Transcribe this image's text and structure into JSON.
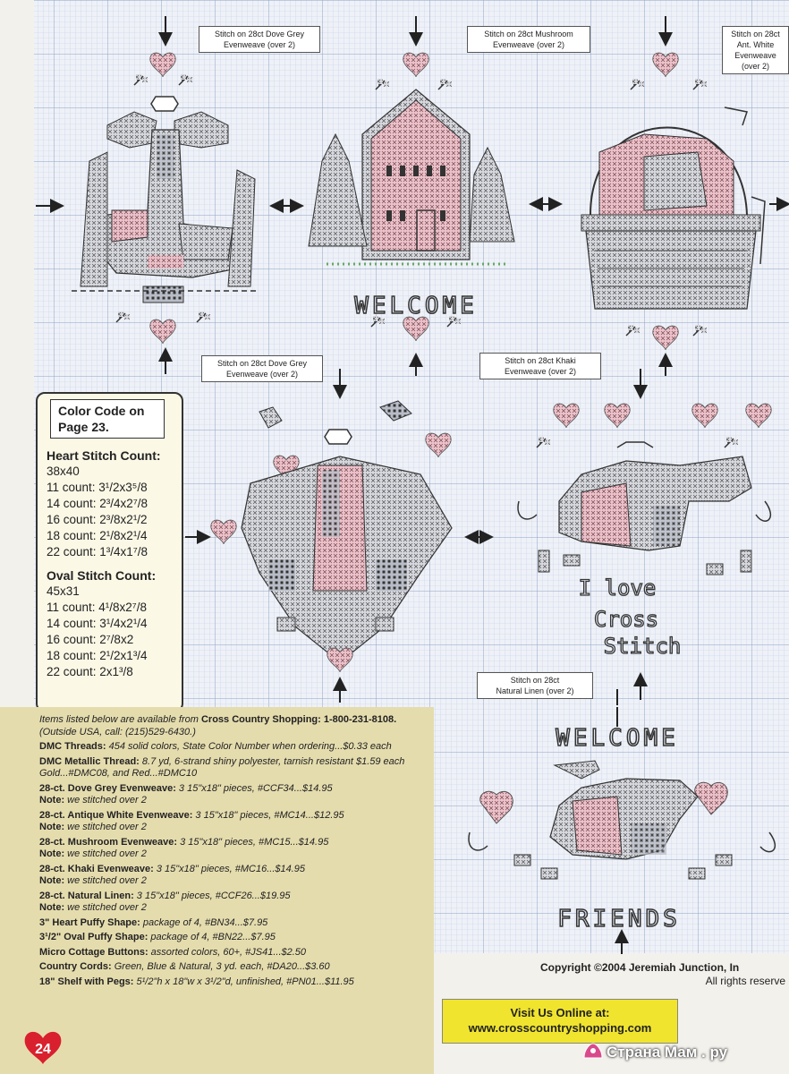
{
  "labels": {
    "goose": "Stitch on 28ct Dove Grey\nEvenweave (over 2)",
    "house": "Stitch on 28ct Mushroom\nEvenweave (over 2)",
    "basket": "Stitch on 28ct\nAnt. White\nEvenweave\n(over 2)",
    "heart": "Stitch on 28ct Dove Grey\nEvenweave (over 2)",
    "oval_khaki": "Stitch on 28ct Khaki\nEvenweave (over 2)",
    "oval_linen": "Stitch on 28ct\nNatural Linen (over 2)"
  },
  "chart_words": {
    "welcome_top": "WELCOME",
    "i_love": "I love",
    "cross": "Cross",
    "stitch": "Stitch",
    "welcome_bottom": "WELCOME",
    "friends": "FRIENDS"
  },
  "color_code": {
    "title": "Color Code on Page 23.",
    "heart_heading": "Heart Stitch Count:",
    "heart_size": "38x40",
    "heart_counts": [
      "11 count: 3¹/2x3⁵/8",
      "14 count: 2³/4x2⁷/8",
      "16 count: 2³/8x2¹/2",
      "18 count: 2¹/8x2¹/4",
      "22 count: 1³/4x1⁷/8"
    ],
    "oval_heading": "Oval Stitch Count:",
    "oval_size": "45x31",
    "oval_counts": [
      "11 count: 4¹/8x2⁷/8",
      "14 count: 3¹/4x2¹/4",
      "16 count: 2⁷/8x2",
      "18 count: 2¹/2x1³/4",
      "22 count: 2x1³/8"
    ]
  },
  "shopping": {
    "intro_italic": "Items listed below are available from ",
    "intro_bold": "Cross Country Shopping: 1-800-231-8108.",
    "intro_tail": " (Outside USA, call: (215)529-6430.)",
    "items": [
      {
        "name": "DMC Threads:",
        "desc": " 454 solid colors, State Color Number when ordering...$0.33 each",
        "note": ""
      },
      {
        "name": "DMC Metallic Thread:",
        "desc": " 8.7 yd, 6-strand shiny polyester, tarnish resistant  $1.59 each  Gold...#DMC08, and Red...#DMC10",
        "note": ""
      },
      {
        "name": "28-ct. Dove Grey Evenweave:",
        "desc": " 3 15\"x18\" pieces, #CCF34...$14.95",
        "note": "we stitched over 2"
      },
      {
        "name": "28-ct. Antique White Evenweave:",
        "desc": " 3 15\"x18\" pieces, #MC14...$12.95",
        "note": "we stitched over 2"
      },
      {
        "name": "28-ct. Mushroom Evenweave:",
        "desc": " 3 15\"x18\" pieces, #MC15...$14.95",
        "note": "we stitched over 2"
      },
      {
        "name": "28-ct. Khaki Evenweave:",
        "desc": " 3 15\"x18\" pieces, #MC16...$14.95",
        "note": "we stitched over 2"
      },
      {
        "name": "28-ct. Natural Linen:",
        "desc": " 3 15\"x18\" pieces, #CCF26...$19.95",
        "note": "we stitched over 2"
      },
      {
        "name": "3\" Heart Puffy Shape:",
        "desc": " package of 4, #BN34...$7.95",
        "note": ""
      },
      {
        "name": "3¹/2\" Oval Puffy Shape:",
        "desc": " package of 4, #BN22...$7.95",
        "note": ""
      },
      {
        "name": "Micro Cottage Buttons:",
        "desc": " assorted colors, 60+, #JS41...$2.50",
        "note": ""
      },
      {
        "name": "Country Cords:",
        "desc": " Green, Blue & Natural, 3 yd. each, #DA20...$3.60",
        "note": ""
      },
      {
        "name": "18\" Shelf with Pegs:",
        "desc": " 5¹/2\"h x 18\"w x 3¹/2\"d, unfinished, #PN01...$11.95",
        "note": ""
      }
    ],
    "note_label": "Note:"
  },
  "page_number": "24",
  "visit": {
    "line1": "Visit Us Online at:",
    "line2": "www.crosscountryshopping.com"
  },
  "copyright": {
    "line1": "Copyright ©2004 Jeremiah Junction, In",
    "line2": "All rights reserve"
  },
  "watermark": "Страна Мам . ру",
  "colors": {
    "grid": "#b9c7de",
    "grid_major": "#8ea2c6",
    "pink": "#e3b6bf",
    "grey": "#cfd2d8",
    "dark": "#333333",
    "tan": "#e5dcae",
    "yellow": "#f0e42e"
  }
}
